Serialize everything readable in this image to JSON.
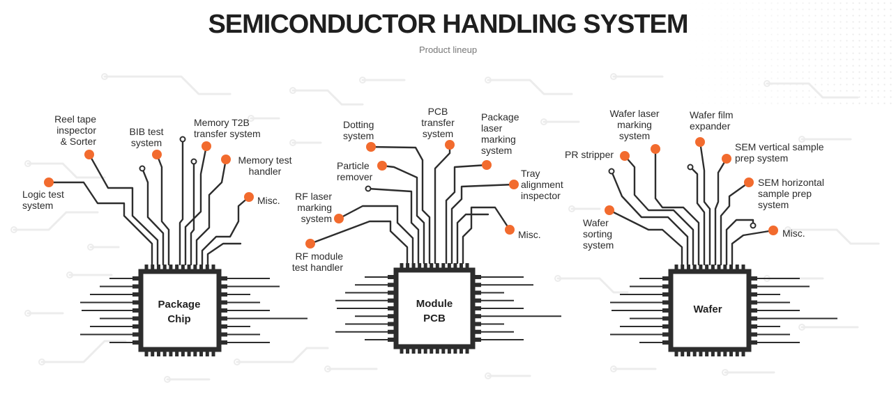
{
  "header": {
    "title": "SEMICONDUCTOR HANDLING SYSTEM",
    "subtitle": "Product lineup"
  },
  "colors": {
    "accent": "#f26b2e",
    "line": "#2d2d2d",
    "circuit_bg": "#ececec"
  },
  "groups": [
    {
      "chip": [
        "Package",
        "Chip"
      ],
      "items": [
        {
          "label": "Logic test\nsystem"
        },
        {
          "label": "Reel tape\ninspector\n& Sorter"
        },
        {
          "label": "BIB test\nsystem"
        },
        {
          "label": "Memory T2B\ntransfer system"
        },
        {
          "label": "Memory test\nhandler"
        },
        {
          "label": "Misc."
        }
      ]
    },
    {
      "chip": [
        "Module",
        "PCB"
      ],
      "items": [
        {
          "label": "Dotting\nsystem"
        },
        {
          "label": "PCB\ntransfer\nsystem"
        },
        {
          "label": "Package\nlaser\nmarking\nsystem"
        },
        {
          "label": "Particle\nremover"
        },
        {
          "label": "Tray\nalignment\ninspector"
        },
        {
          "label": "RF laser\nmarking\nsystem"
        },
        {
          "label": "Misc."
        },
        {
          "label": "RF module\ntest handler"
        }
      ]
    },
    {
      "chip": [
        "Wafer"
      ],
      "items": [
        {
          "label": "Wafer laser\nmarking\nsystem"
        },
        {
          "label": "Wafer film\nexpander"
        },
        {
          "label": "PR stripper"
        },
        {
          "label": "SEM vertical sample\nprep system"
        },
        {
          "label": "SEM horizontal\nsample prep\nsystem"
        },
        {
          "label": "Wafer\nsorting\nsystem"
        },
        {
          "label": "Misc."
        }
      ]
    }
  ]
}
